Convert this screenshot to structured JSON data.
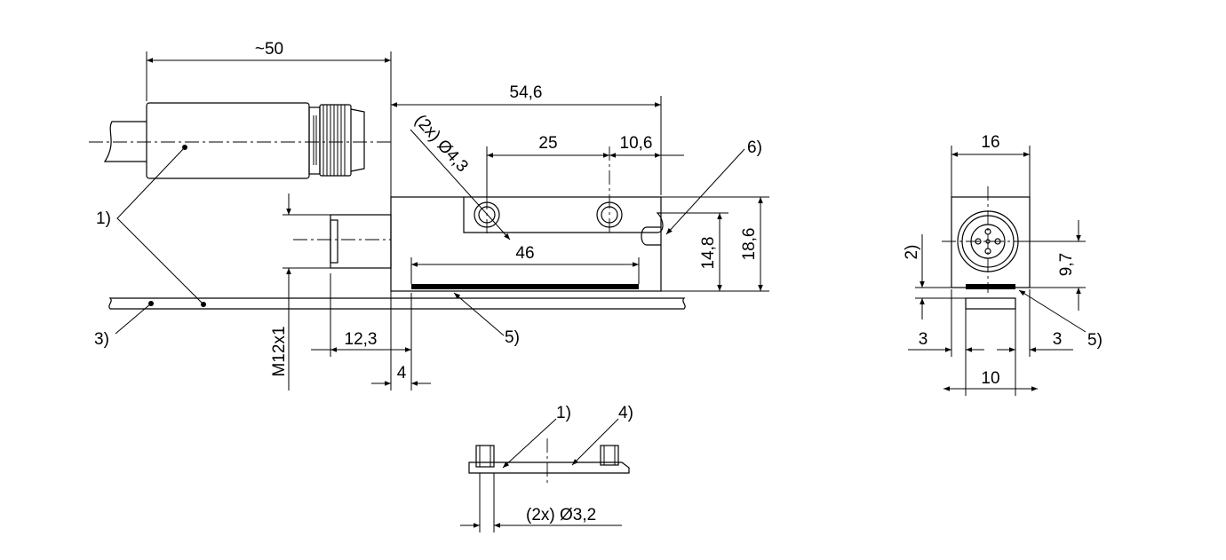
{
  "dimensions": {
    "cable_length": "~50",
    "body_length": "54,6",
    "hole_pitch": "25",
    "hole_edge": "10,6",
    "mount_hole": "(2x) Ø4,3",
    "magnet_length": "46",
    "height_small": "14,8",
    "height_total": "18,6",
    "thread": "M12x1",
    "connector_len": "12,3",
    "offset_4": "4",
    "width_16": "16",
    "height_9_7": "9,7",
    "left_3": "3",
    "right_3": "3",
    "bottom_10": "10",
    "pin_dia": "(2x) Ø3,2"
  },
  "callouts": {
    "c1": "1)",
    "c2": "2)",
    "c3": "3)",
    "c4": "4)",
    "c5_side": "5)",
    "c5_end": "5)",
    "c6": "6)",
    "c1_bottom": "1)"
  }
}
